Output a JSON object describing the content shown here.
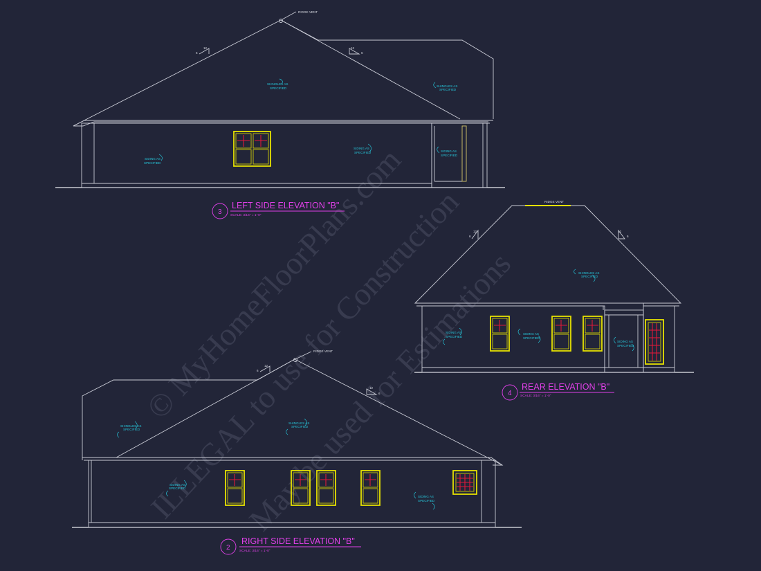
{
  "elevations": {
    "left": {
      "number": "3",
      "title": "LEFT SIDE ELEVATION \"B\"",
      "scale": "SCALE: 3/16\" = 1'-0\"",
      "ridge_vent": "RIDGE VENT",
      "pitch_left": "6",
      "pitch_right": "6",
      "pitch_run_left": "12",
      "pitch_run_right": "12",
      "shingles_1": [
        "SHINGLES AS",
        "SPECIFIED"
      ],
      "shingles_2": [
        "SHINGLES AS",
        "SPECIFIED"
      ],
      "siding_1": [
        "SIDING AS",
        "SPECIFIED"
      ],
      "siding_2": [
        "SIDING AS",
        "SPECIFIED"
      ],
      "siding_3": [
        "SIDING AS",
        "SPECIFIED"
      ]
    },
    "rear": {
      "number": "4",
      "title": "REAR ELEVATION \"B\"",
      "scale": "SCALE: 3/16\" = 1'-0\"",
      "ridge_vent": "RIDGE VENT",
      "pitch_left": "6",
      "pitch_right": "6",
      "pitch_run_left": "12",
      "pitch_run_right": "12",
      "shingles_1": [
        "SHINGLES AS",
        "SPECIFIED"
      ],
      "siding_1": [
        "SIDING AS",
        "SPECIFIED"
      ],
      "siding_2": [
        "SIDING AS",
        "SPECIFIED"
      ],
      "siding_3": [
        "SIDING AS",
        "SPECIFIED"
      ]
    },
    "right": {
      "number": "2",
      "title": "RIGHT SIDE ELEVATION \"B\"",
      "scale": "SCALE: 3/16\" = 1'-0\"",
      "ridge_vent": "RIDGE VENT",
      "pitch_left": "6",
      "pitch_right": "6",
      "pitch_run_left": "12",
      "pitch_run_right": "12",
      "shingles_1": [
        "SHINGLES AS",
        "SPECIFIED"
      ],
      "shingles_2": [
        "SHINGLES AS",
        "SPECIFIED"
      ],
      "siding_1": [
        "SIDING AS",
        "SPECIFIED"
      ],
      "siding_2": [
        "SIDING AS",
        "SPECIFIED"
      ]
    }
  },
  "watermark": {
    "line1": "© MyHomeFloorPlans.com",
    "line2": "ILLEGAL to use for Construction",
    "line3": "May be used for Estimations"
  },
  "colors": {
    "background": "#222538",
    "linework": "#c9cbd5",
    "windows": "#e6e200",
    "muntins": "#e0183a",
    "notes": "#26c6da",
    "titles": "#e040e8"
  }
}
